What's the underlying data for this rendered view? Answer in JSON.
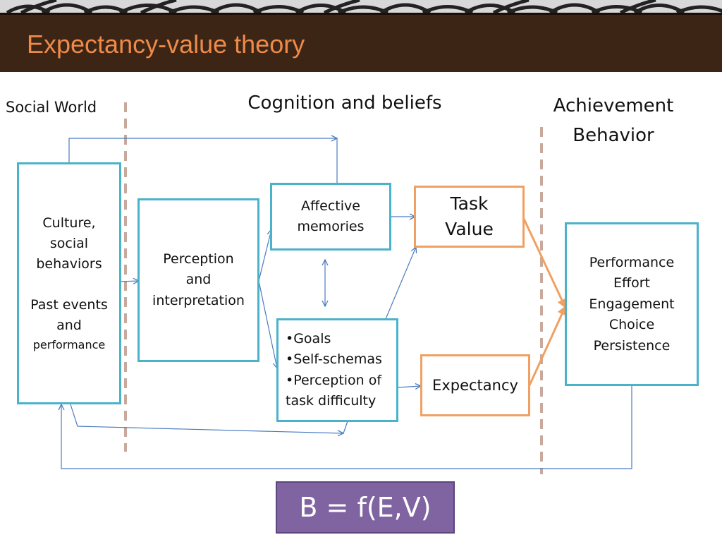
{
  "slide": {
    "title": "Expectancy-value theory"
  },
  "columns": {
    "social_world": "Social World",
    "cognition": "Cognition and beliefs",
    "achievement_line1": "Achievement",
    "achievement_line2": "Behavior"
  },
  "boxes": {
    "culture": {
      "line1": "Culture,",
      "line2": "social",
      "line3": "behaviors",
      "line4": "Past events",
      "line5": "and",
      "line6": "performance"
    },
    "perception": {
      "line1": "Perception",
      "line2": "and",
      "line3": "interpretation"
    },
    "affective": {
      "line1": "Affective",
      "line2": "memories"
    },
    "goals": {
      "line1": "•Goals",
      "line2": "•Self-schemas",
      "line3": "•Perception of",
      "line4": "task difficulty"
    },
    "task_value": {
      "line1": "Task",
      "line2": "Value"
    },
    "expectancy": {
      "label": "Expectancy"
    },
    "performance": {
      "line1": "Performance",
      "line2": "Effort",
      "line3": "Engagement",
      "line4": "Choice",
      "line5": "Persistence"
    }
  },
  "formula": "B = f(E,V)",
  "colors": {
    "header_bg": "#3c2515",
    "title": "#ee8a4a",
    "blue_border": "#4ab2c9",
    "orange_border": "#f0a062",
    "arrow_blue": "#4a7cc0",
    "arrow_orange": "#f0a062",
    "divider": "#c9a99b",
    "formula_bg": "#8064a2"
  }
}
